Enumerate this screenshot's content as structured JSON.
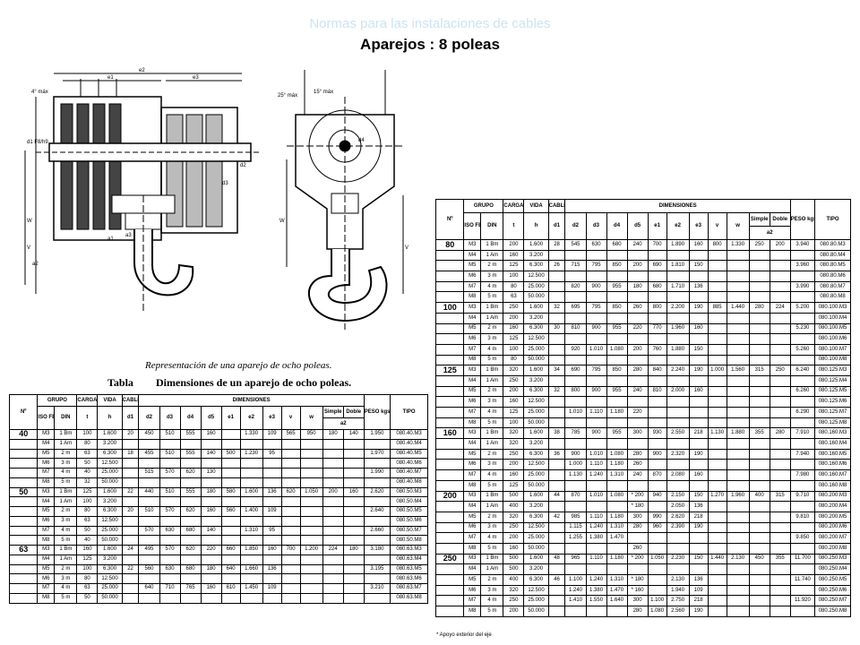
{
  "header": {
    "subtitle": "Normas para las instalaciones de cables",
    "title": "Aparejos : 8 poleas"
  },
  "drawing": {
    "caption": "Representación de una aparejo de ocho poleas.",
    "labels": {
      "e2": "e2",
      "e1": "e1",
      "e3": "e3",
      "ang_left": "4° máx",
      "ang_right_a": "25° máx",
      "ang_right_b": "15° máx",
      "d1": "d1 F8/h9",
      "d2": "d2",
      "d3": "d3",
      "d4": "d4",
      "W": "W",
      "V": "V",
      "a1": "a1",
      "a2": "a2",
      "a3": "a3"
    }
  },
  "table1": {
    "tabla_label": "Tabla",
    "title": "Dimensiones de un aparejo de ocho poleas.",
    "head": {
      "n": "Nº",
      "grupo": "GRUPO",
      "carga": "CARGA",
      "vida": "VIDA",
      "cable": "CABLE",
      "dimensiones": "DIMENSIONES",
      "peso": "PESO kgs.",
      "tipo": "TIPO",
      "iso": "ISO FEM",
      "din": "DIN",
      "t": "t",
      "h": "h",
      "d1": "d1",
      "d2": "d2",
      "d3": "d3",
      "d4": "d4",
      "d5": "d5",
      "e1": "e1",
      "e2": "e2",
      "e3": "e3",
      "v": "v",
      "w": "w",
      "simple": "Simple",
      "doble": "Doble",
      "a2": "a2"
    },
    "rows": [
      [
        "40",
        "M3",
        "1 Bm",
        "100",
        "1.600",
        "20",
        "450",
        "510",
        "555",
        "160",
        "",
        "1.330",
        "109",
        "565",
        "950",
        "180",
        "140",
        "1.950",
        "080.40.M3"
      ],
      [
        "",
        "M4",
        "1 Am",
        "80",
        "3.200",
        "",
        "",
        "",
        "",
        "",
        "",
        "",
        "",
        "",
        "",
        "",
        "",
        "",
        "080.40.M4"
      ],
      [
        "",
        "M5",
        "2 m",
        "63",
        "6.300",
        "18",
        "455",
        "510",
        "555",
        "140",
        "500",
        "1.230",
        "95",
        "",
        "",
        "",
        "",
        "1.970",
        "080.40.M5"
      ],
      [
        "",
        "M6",
        "3 m",
        "50",
        "12.500",
        "",
        "",
        "",
        "",
        "",
        "",
        "",
        "",
        "",
        "",
        "",
        "",
        "",
        "080.40.M6"
      ],
      [
        "",
        "M7",
        "4 m",
        "40",
        "25.000",
        "",
        "515",
        "570",
        "620",
        "130",
        "",
        "",
        "",
        "",
        "",
        "",
        "",
        "1.990",
        "080.40.M7"
      ],
      [
        "",
        "M8",
        "5 m",
        "32",
        "50.000",
        "",
        "",
        "",
        "",
        "",
        "",
        "",
        "",
        "",
        "",
        "",
        "",
        "",
        "080.40.M8"
      ],
      [
        "50",
        "M3",
        "1 Bm",
        "125",
        "1.600",
        "22",
        "440",
        "510",
        "555",
        "180",
        "580",
        "1.600",
        "136",
        "620",
        "1.050",
        "200",
        "160",
        "2.620",
        "080.50.M3"
      ],
      [
        "",
        "M4",
        "1 Am",
        "100",
        "3.200",
        "",
        "",
        "",
        "",
        "",
        "",
        "",
        "",
        "",
        "",
        "",
        "",
        "",
        "080.50.M4"
      ],
      [
        "",
        "M5",
        "2 m",
        "80",
        "6.300",
        "20",
        "510",
        "570",
        "620",
        "160",
        "560",
        "1.400",
        "109",
        "",
        "",
        "",
        "",
        "2.640",
        "080.50.M5"
      ],
      [
        "",
        "M6",
        "3 m",
        "63",
        "12.500",
        "",
        "",
        "",
        "",
        "",
        "",
        "",
        "",
        "",
        "",
        "",
        "",
        "",
        "080.50.M6"
      ],
      [
        "",
        "M7",
        "4 m",
        "50",
        "25.000",
        "",
        "570",
        "630",
        "680",
        "140",
        "",
        "1.310",
        "95",
        "",
        "",
        "",
        "",
        "2.660",
        "080.50.M7"
      ],
      [
        "",
        "M8",
        "5 m",
        "40",
        "50.000",
        "",
        "",
        "",
        "",
        "",
        "",
        "",
        "",
        "",
        "",
        "",
        "",
        "",
        "080.50.M8"
      ],
      [
        "63",
        "M3",
        "1 Bm",
        "160",
        "1.600",
        "24",
        "495",
        "570",
        "620",
        "220",
        "660",
        "1.850",
        "160",
        "700",
        "1.200",
        "224",
        "180",
        "3.180",
        "080.63.M3"
      ],
      [
        "",
        "M4",
        "1 Am",
        "125",
        "3.200",
        "",
        "",
        "",
        "",
        "",
        "",
        "",
        "",
        "",
        "",
        "",
        "",
        "",
        "080.63.M4"
      ],
      [
        "",
        "M5",
        "2 m",
        "100",
        "6.300",
        "22",
        "560",
        "630",
        "680",
        "180",
        "640",
        "1.660",
        "136",
        "",
        "",
        "",
        "",
        "3.195",
        "080.63.M5"
      ],
      [
        "",
        "M6",
        "3 m",
        "80",
        "12.500",
        "",
        "",
        "",
        "",
        "",
        "",
        "",
        "",
        "",
        "",
        "",
        "",
        "",
        "080.63.M6"
      ],
      [
        "",
        "M7",
        "4 m",
        "63",
        "25.000",
        "",
        "640",
        "710",
        "765",
        "160",
        "610",
        "1.450",
        "109",
        "",
        "",
        "",
        "",
        "3.210",
        "080.63.M7"
      ],
      [
        "",
        "M8",
        "5 m",
        "50",
        "50.000",
        "",
        "",
        "",
        "",
        "",
        "",
        "",
        "",
        "",
        "",
        "",
        "",
        "",
        "080.63.M8"
      ]
    ]
  },
  "table2": {
    "head": {
      "n": "Nº",
      "grupo": "GRUPO",
      "carga": "CARGA",
      "vida": "VIDA",
      "cable": "CABLE",
      "dimensiones": "DIMENSIONES",
      "peso": "PESO kgs.",
      "tipo": "TIPO",
      "iso": "ISO FEM",
      "din": "DIN",
      "t": "t",
      "h": "h",
      "d1": "d1",
      "d2": "d2",
      "d3": "d3",
      "d4": "d4",
      "d5": "d5",
      "e1": "e1",
      "e2": "e2",
      "e3": "e3",
      "v": "v",
      "w": "w",
      "simple": "Simple",
      "doble": "Doble",
      "a2": "a2"
    },
    "footnote": "* Apoyo exterior del eje",
    "rows": [
      [
        "80",
        "M3",
        "1 Bm",
        "200",
        "1.600",
        "28",
        "545",
        "630",
        "680",
        "240",
        "700",
        "1.890",
        "160",
        "800",
        "1.330",
        "250",
        "200",
        "3.940",
        "080.80.M3"
      ],
      [
        "",
        "M4",
        "1 Am",
        "160",
        "3.200",
        "",
        "",
        "",
        "",
        "",
        "",
        "",
        "",
        "",
        "",
        "",
        "",
        "",
        "080.80.M4"
      ],
      [
        "",
        "M5",
        "2 m",
        "125",
        "6.300",
        "26",
        "715",
        "795",
        "850",
        "200",
        "690",
        "1.810",
        "150",
        "",
        "",
        "",
        "",
        "3.960",
        "080.80.M5"
      ],
      [
        "",
        "M6",
        "3 m",
        "100",
        "12.500",
        "",
        "",
        "",
        "",
        "",
        "",
        "",
        "",
        "",
        "",
        "",
        "",
        "",
        "080.80.M6"
      ],
      [
        "",
        "M7",
        "4 m",
        "80",
        "25.000",
        "",
        "820",
        "900",
        "955",
        "180",
        "680",
        "1.710",
        "136",
        "",
        "",
        "",
        "",
        "3.990",
        "080.80.M7"
      ],
      [
        "",
        "M8",
        "5 m",
        "63",
        "50.000",
        "",
        "",
        "",
        "",
        "",
        "",
        "",
        "",
        "",
        "",
        "",
        "",
        "",
        "080.80.M8"
      ],
      [
        "100",
        "M3",
        "1 Bm",
        "250",
        "1.600",
        "32",
        "695",
        "795",
        "850",
        "260",
        "800",
        "2.200",
        "190",
        "885",
        "1.440",
        "280",
        "224",
        "5.200",
        "080.100.M3"
      ],
      [
        "",
        "M4",
        "1 Am",
        "200",
        "3.200",
        "",
        "",
        "",
        "",
        "",
        "",
        "",
        "",
        "",
        "",
        "",
        "",
        "",
        "080.100.M4"
      ],
      [
        "",
        "M5",
        "2 m",
        "160",
        "6.300",
        "30",
        "810",
        "900",
        "955",
        "220",
        "770",
        "1.960",
        "160",
        "",
        "",
        "",
        "",
        "5.230",
        "080.100.M5"
      ],
      [
        "",
        "M6",
        "3 m",
        "125",
        "12.500",
        "",
        "",
        "",
        "",
        "",
        "",
        "",
        "",
        "",
        "",
        "",
        "",
        "",
        "080.100.M6"
      ],
      [
        "",
        "M7",
        "4 m",
        "100",
        "25.000",
        "",
        "920",
        "1.010",
        "1.080",
        "200",
        "760",
        "1.880",
        "150",
        "",
        "",
        "",
        "",
        "5.260",
        "080.100.M7"
      ],
      [
        "",
        "M8",
        "5 m",
        "80",
        "50.000",
        "",
        "",
        "",
        "",
        "",
        "",
        "",
        "",
        "",
        "",
        "",
        "",
        "",
        "080.100.M8"
      ],
      [
        "125",
        "M3",
        "1 Bm",
        "320",
        "1.600",
        "34",
        "690",
        "795",
        "850",
        "280",
        "840",
        "2.240",
        "190",
        "1.000",
        "1.560",
        "315",
        "250",
        "6.240",
        "080.125.M3"
      ],
      [
        "",
        "M4",
        "1 Am",
        "250",
        "3.200",
        "",
        "",
        "",
        "",
        "",
        "",
        "",
        "",
        "",
        "",
        "",
        "",
        "",
        "080.125.M4"
      ],
      [
        "",
        "M5",
        "2 m",
        "200",
        "6.300",
        "32",
        "800",
        "900",
        "955",
        "240",
        "810",
        "2.000",
        "160",
        "",
        "",
        "",
        "",
        "6.260",
        "080.125.M5"
      ],
      [
        "",
        "M6",
        "3 m",
        "160",
        "12.500",
        "",
        "",
        "",
        "",
        "",
        "",
        "",
        "",
        "",
        "",
        "",
        "",
        "",
        "080.125.M6"
      ],
      [
        "",
        "M7",
        "4 m",
        "125",
        "25.000",
        "",
        "1.010",
        "1.110",
        "1.180",
        "220",
        "",
        "",
        "",
        "",
        "",
        "",
        "",
        "6.290",
        "080.125.M7"
      ],
      [
        "",
        "M8",
        "5 m",
        "100",
        "50.000",
        "",
        "",
        "",
        "",
        "",
        "",
        "",
        "",
        "",
        "",
        "",
        "",
        "",
        "080.125.M8"
      ],
      [
        "160",
        "M3",
        "1 Bm",
        "320",
        "1.600",
        "38",
        "785",
        "900",
        "955",
        "300",
        "930",
        "2.550",
        "218",
        "1.130",
        "1.880",
        "355",
        "280",
        "7.910",
        "080.160.M3"
      ],
      [
        "",
        "M4",
        "1 Am",
        "320",
        "3.200",
        "",
        "",
        "",
        "",
        "",
        "",
        "",
        "",
        "",
        "",
        "",
        "",
        "",
        "080.160.M4"
      ],
      [
        "",
        "M5",
        "2 m",
        "250",
        "6.300",
        "36",
        "900",
        "1.010",
        "1.080",
        "280",
        "900",
        "2.320",
        "190",
        "",
        "",
        "",
        "",
        "7.940",
        "080.160.M5"
      ],
      [
        "",
        "M6",
        "3 m",
        "200",
        "12.500",
        "",
        "1.000",
        "1.110",
        "1.180",
        "260",
        "",
        "",
        "",
        "",
        "",
        "",
        "",
        "",
        "080.160.M6"
      ],
      [
        "",
        "M7",
        "4 m",
        "160",
        "25.000",
        "",
        "1.130",
        "1.240",
        "1.310",
        "240",
        "870",
        "2.080",
        "160",
        "",
        "",
        "",
        "",
        "7.980",
        "080.160.M7"
      ],
      [
        "",
        "M8",
        "5 m",
        "125",
        "50.000",
        "",
        "",
        "",
        "",
        "",
        "",
        "",
        "",
        "",
        "",
        "",
        "",
        "",
        "080.160.M8"
      ],
      [
        "200",
        "M3",
        "1 Bm",
        "500",
        "1.600",
        "44",
        "870",
        "1.010",
        "1.080",
        "* 200",
        "940",
        "2.150",
        "150",
        "1.270",
        "1.960",
        "400",
        "315",
        "9.710",
        "080.200.M3"
      ],
      [
        "",
        "M4",
        "1 Am",
        "400",
        "3.200",
        "",
        "",
        "",
        "",
        "* 180",
        "",
        "2.050",
        "136",
        "",
        "",
        "",
        "",
        "",
        "080.200.M4"
      ],
      [
        "",
        "M5",
        "2 m",
        "320",
        "6.300",
        "42",
        "985",
        "1.110",
        "1.180",
        "300",
        "990",
        "2.620",
        "218",
        "",
        "",
        "",
        "",
        "9.810",
        "080.200.M5"
      ],
      [
        "",
        "M6",
        "3 m",
        "250",
        "12.500",
        "",
        "1.115",
        "1.240",
        "1.310",
        "280",
        "960",
        "2.390",
        "190",
        "",
        "",
        "",
        "",
        "",
        "080.200.M6"
      ],
      [
        "",
        "M7",
        "4 m",
        "200",
        "25.000",
        "",
        "1.255",
        "1.380",
        "1.470",
        "",
        "",
        "",
        "",
        "",
        "",
        "",
        "",
        "9.850",
        "080.200.M7"
      ],
      [
        "",
        "M8",
        "5 m",
        "160",
        "50.000",
        "",
        "",
        "",
        "",
        "260",
        "",
        "",
        "",
        "",
        "",
        "",
        "",
        "",
        "080.200.M8"
      ],
      [
        "250",
        "M3",
        "1 Bm",
        "500",
        "1.600",
        "48",
        "965",
        "1.110",
        "1.180",
        "* 200",
        "1.050",
        "2.230",
        "150",
        "1.440",
        "2.130",
        "450",
        "355",
        "11.700",
        "080.250.M3"
      ],
      [
        "",
        "M4",
        "1 Am",
        "500",
        "3.200",
        "",
        "",
        "",
        "",
        "",
        "",
        "",
        "",
        "",
        "",
        "",
        "",
        "",
        "080.250.M4"
      ],
      [
        "",
        "M5",
        "2 m",
        "400",
        "6.300",
        "46",
        "1.100",
        "1.240",
        "1.310",
        "* 180",
        "",
        "2.130",
        "136",
        "",
        "",
        "",
        "",
        "11.740",
        "080.250.M5"
      ],
      [
        "",
        "M6",
        "3 m",
        "320",
        "12.500",
        "",
        "1.240",
        "1.380",
        "1.470",
        "* 160",
        "",
        "1.940",
        "109",
        "",
        "",
        "",
        "",
        "",
        "080.250.M6"
      ],
      [
        "",
        "M7",
        "4 m",
        "250",
        "25.000",
        "",
        "1.410",
        "1.550",
        "1.640",
        "300",
        "1.100",
        "2.750",
        "218",
        "",
        "",
        "",
        "",
        "11.920",
        "080.250.M7"
      ],
      [
        "",
        "M8",
        "5 m",
        "200",
        "50.000",
        "",
        "",
        "",
        "",
        "280",
        "1.080",
        "2.560",
        "190",
        "",
        "",
        "",
        "",
        "",
        "080.250.M8"
      ]
    ]
  }
}
